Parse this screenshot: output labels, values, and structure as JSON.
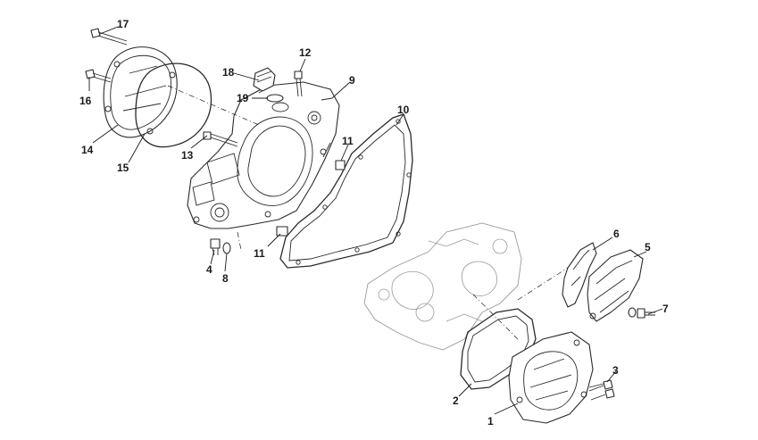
{
  "diagram": {
    "callouts": [
      {
        "id": "c17",
        "label": "17"
      },
      {
        "id": "c16",
        "label": "16"
      },
      {
        "id": "c14",
        "label": "14"
      },
      {
        "id": "c15",
        "label": "15"
      },
      {
        "id": "c18",
        "label": "18"
      },
      {
        "id": "c19",
        "label": "19"
      },
      {
        "id": "c12",
        "label": "12"
      },
      {
        "id": "c9",
        "label": "9"
      },
      {
        "id": "c10",
        "label": "10"
      },
      {
        "id": "c11a",
        "label": "11"
      },
      {
        "id": "c13",
        "label": "13"
      },
      {
        "id": "c11b",
        "label": "11"
      },
      {
        "id": "c4",
        "label": "4"
      },
      {
        "id": "c8",
        "label": "8"
      },
      {
        "id": "c6",
        "label": "6"
      },
      {
        "id": "c5",
        "label": "5"
      },
      {
        "id": "c7",
        "label": "7"
      },
      {
        "id": "c3",
        "label": "3"
      },
      {
        "id": "c2",
        "label": "2"
      },
      {
        "id": "c1",
        "label": "1"
      }
    ]
  }
}
